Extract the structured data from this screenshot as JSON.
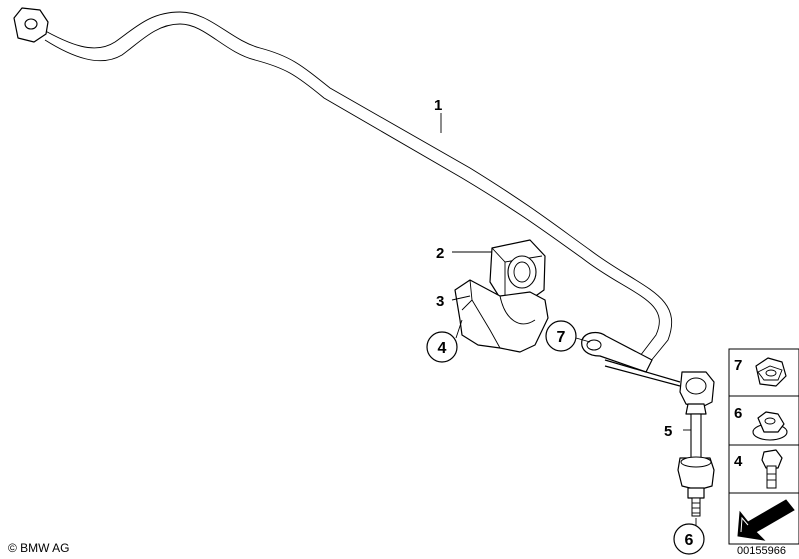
{
  "labels": {
    "p1": "1",
    "p2": "2",
    "p3": "3",
    "p4": "4",
    "p5": "5",
    "p6": "6",
    "p7": "7"
  },
  "side_panel": {
    "row1": "7",
    "row2": "6",
    "row3": "4"
  },
  "footer": {
    "copyright": "© BMW AG",
    "diagram_number": "00155966"
  }
}
